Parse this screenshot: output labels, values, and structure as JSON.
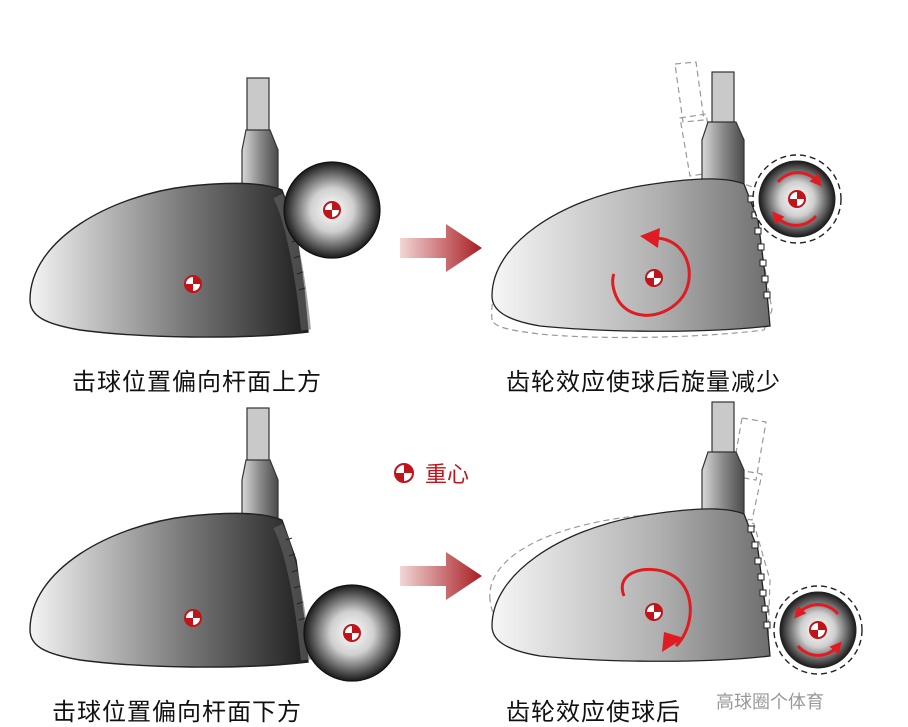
{
  "captions": {
    "top_left": "击球位置偏向杆面上方",
    "top_right": "齿轮效应使球后旋量减少",
    "bottom_left": "击球位置偏向杆面下方",
    "bottom_right": "齿轮效应使球后"
  },
  "legend": {
    "label": "重心",
    "icon": "center-of-gravity-icon"
  },
  "watermark": "高球圈个体育",
  "colors": {
    "accent": "#c0141b",
    "arrow": "#b21c22"
  }
}
